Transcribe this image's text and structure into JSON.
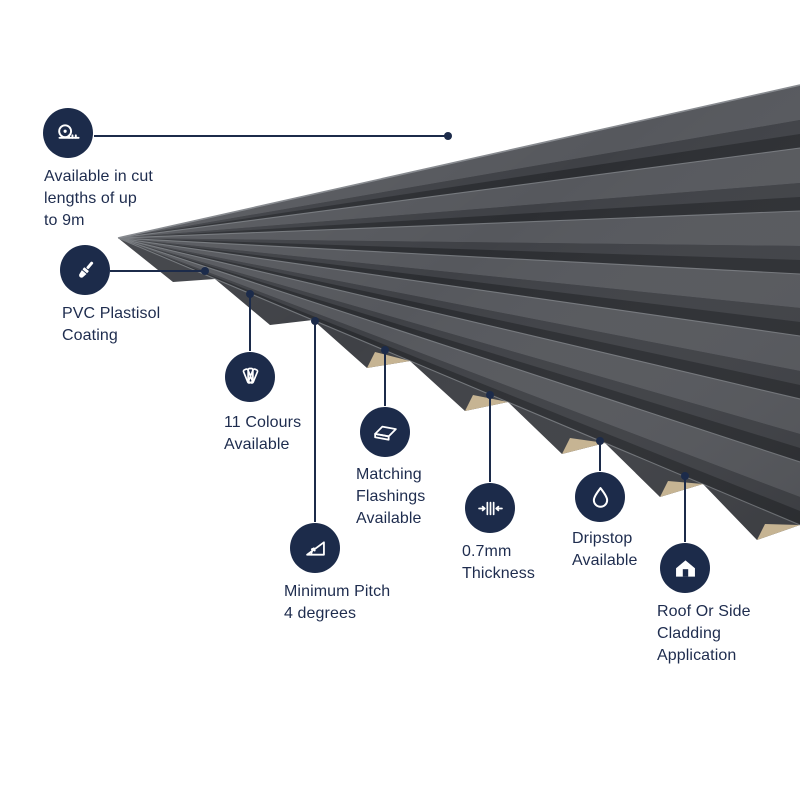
{
  "colors": {
    "accent_navy": "#1c2b4a",
    "text": "#1e2c4e",
    "background": "#ffffff",
    "sheet_top_face": "#56585d",
    "sheet_mid_face": "#3f4146",
    "sheet_shadow": "#2c2e32",
    "sheet_highlight": "#7d8085",
    "sheet_cut_edge_tan": "#c6b493"
  },
  "callouts": [
    {
      "icon": "tape-measure-icon",
      "label": "Available in cut\nlengths of up\nto 9m"
    },
    {
      "icon": "paint-brush-icon",
      "label": "PVC Plastisol\nCoating"
    },
    {
      "icon": "colour-swatch-icon",
      "label": "11 Colours\nAvailable"
    },
    {
      "icon": "minimum-pitch-icon",
      "label": "Minimum Pitch\n4 degrees"
    },
    {
      "icon": "flashing-icon",
      "label": "Matching\nFlashings\nAvailable"
    },
    {
      "icon": "thickness-icon",
      "label": "0.7mm\nThickness"
    },
    {
      "icon": "dripstop-icon",
      "label": "Dripstop\nAvailable"
    },
    {
      "icon": "roof-cladding-icon",
      "label": "Roof Or Side\nCladding\nApplication"
    }
  ]
}
